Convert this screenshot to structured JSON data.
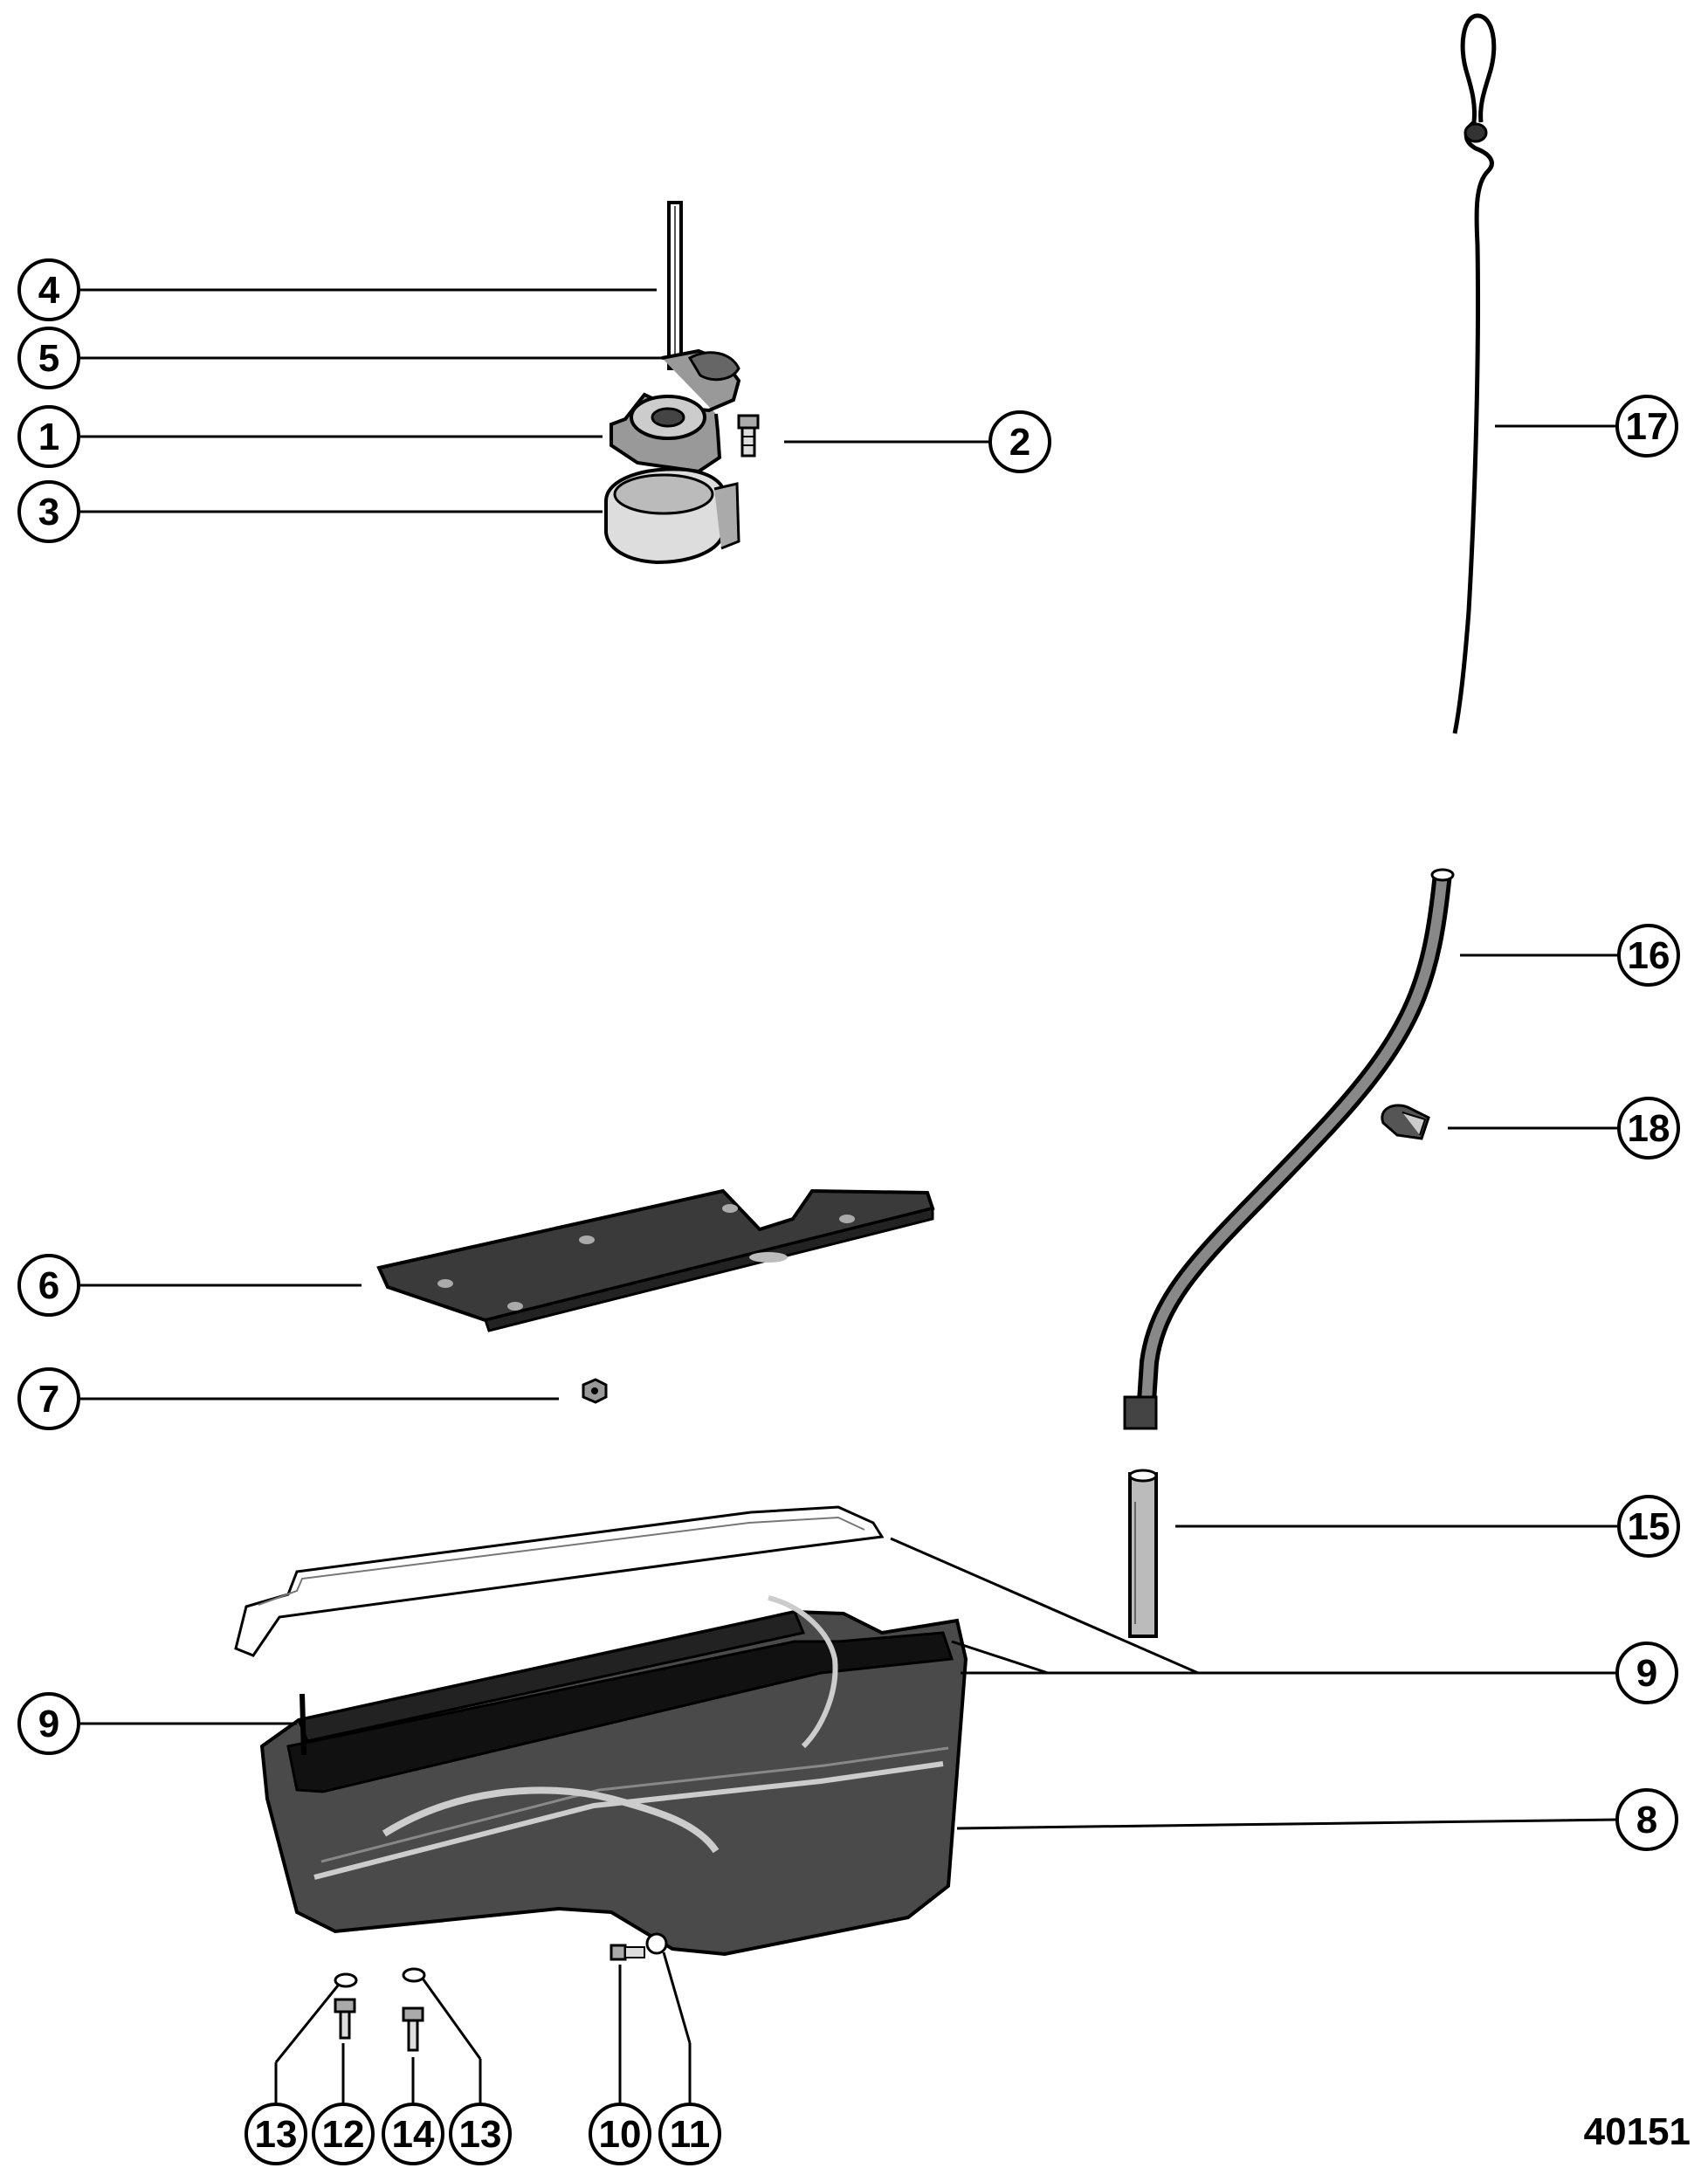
{
  "diagram": {
    "reference_number": "40151",
    "callouts": [
      {
        "id": "c4",
        "label": "4"
      },
      {
        "id": "c5",
        "label": "5"
      },
      {
        "id": "c1",
        "label": "1"
      },
      {
        "id": "c3",
        "label": "3"
      },
      {
        "id": "c2",
        "label": "2"
      },
      {
        "id": "c17",
        "label": "17"
      },
      {
        "id": "c16",
        "label": "16"
      },
      {
        "id": "c18",
        "label": "18"
      },
      {
        "id": "c6",
        "label": "6"
      },
      {
        "id": "c7",
        "label": "7"
      },
      {
        "id": "c15",
        "label": "15"
      },
      {
        "id": "c9a",
        "label": "9"
      },
      {
        "id": "c9b",
        "label": "9"
      },
      {
        "id": "c8",
        "label": "8"
      },
      {
        "id": "c13a",
        "label": "13"
      },
      {
        "id": "c12",
        "label": "12"
      },
      {
        "id": "c14",
        "label": "14"
      },
      {
        "id": "c13b",
        "label": "13"
      },
      {
        "id": "c10",
        "label": "10"
      },
      {
        "id": "c11",
        "label": "11"
      }
    ]
  }
}
